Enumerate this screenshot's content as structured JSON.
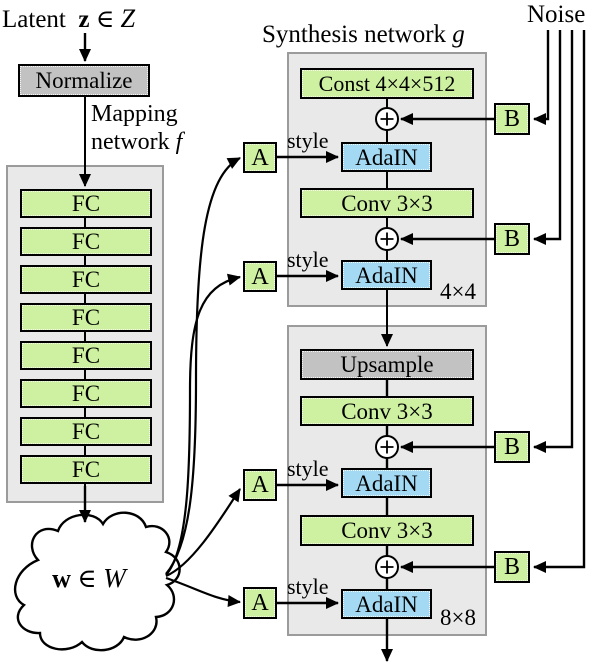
{
  "colors": {
    "green": "#cdf1a1",
    "blue": "#a3d9f2",
    "gray_box": "#c2c2c2",
    "panel_fill": "#e9e9e9",
    "panel_border": "#9b9b9b",
    "line": "#000000"
  },
  "mapping": {
    "latent_prefix": "Latent",
    "latent_var": "z",
    "element_of": "∈",
    "latent_space": "Z",
    "normalize": "Normalize",
    "label_line1": "Mapping",
    "label_line2": "network",
    "label_f": "f",
    "fc": [
      "FC",
      "FC",
      "FC",
      "FC",
      "FC",
      "FC",
      "FC",
      "FC"
    ],
    "w_var": "w",
    "w_element_of": "∈",
    "w_space": "W"
  },
  "synthesis": {
    "title": "Synthesis network",
    "title_g": "g",
    "noise": "Noise",
    "style": "style",
    "a": "A",
    "b": "B",
    "block1": {
      "const": "Const 4×4×512",
      "adain1": "AdaIN",
      "conv1": "Conv 3×3",
      "adain2": "AdaIN",
      "resolution": "4×4"
    },
    "block2": {
      "upsample": "Upsample",
      "conv1": "Conv 3×3",
      "adain1": "AdaIN",
      "conv2": "Conv 3×3",
      "adain2": "AdaIN",
      "resolution": "8×8"
    }
  }
}
